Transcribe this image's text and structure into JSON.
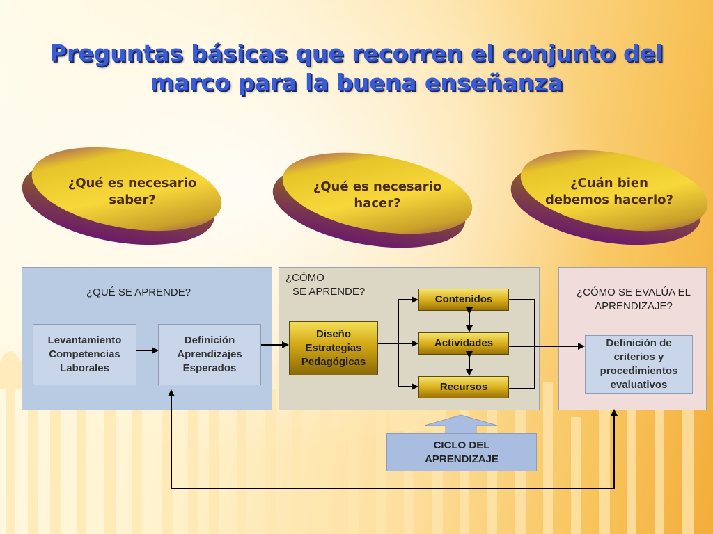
{
  "title": {
    "line1": "Preguntas básicas que recorren el conjunto del",
    "line2": "marco para la buena enseñanza"
  },
  "discs": [
    {
      "line1": "¿Qué es necesario",
      "line2": "saber?"
    },
    {
      "line1": "¿Qué es necesario",
      "line2": "hacer?"
    },
    {
      "line1": "¿Cuán bien",
      "line2": "debemos hacerlo?"
    }
  ],
  "panel1": {
    "heading": "¿QUÉ SE APRENDE?",
    "box1": {
      "l1": "Levantamiento",
      "l2": "Competencias",
      "l3": "Laborales"
    },
    "box2": {
      "l1": "Definición",
      "l2": "Aprendizajes",
      "l3": "Esperados"
    }
  },
  "panel2": {
    "heading1": "¿CÓMO",
    "heading2": "SE APRENDE?",
    "diseno": {
      "l1": "Diseño",
      "l2": "Estrategias",
      "l3": "Pedagógicas"
    },
    "contenidos": "Contenidos",
    "actividades": "Actividades",
    "recursos": "Recursos"
  },
  "panel3": {
    "heading1": "¿CÓMO SE EVALÚA EL",
    "heading2": "APRENDIZAJE?",
    "box": {
      "l1": "Definición de",
      "l2": "criterios y",
      "l3": "procedimientos",
      "l4": "evaluativos"
    }
  },
  "ciclo": {
    "l1": "CICLO DEL",
    "l2": "APRENDIZAJE"
  },
  "colors": {
    "title": "#3a5bd6",
    "disc_gold": "#e6c62a",
    "disc_purple": "#7b1f82",
    "panel1": "#b9cbe3",
    "panel2": "#dcd6c4",
    "panel3": "#f1dcdc"
  }
}
